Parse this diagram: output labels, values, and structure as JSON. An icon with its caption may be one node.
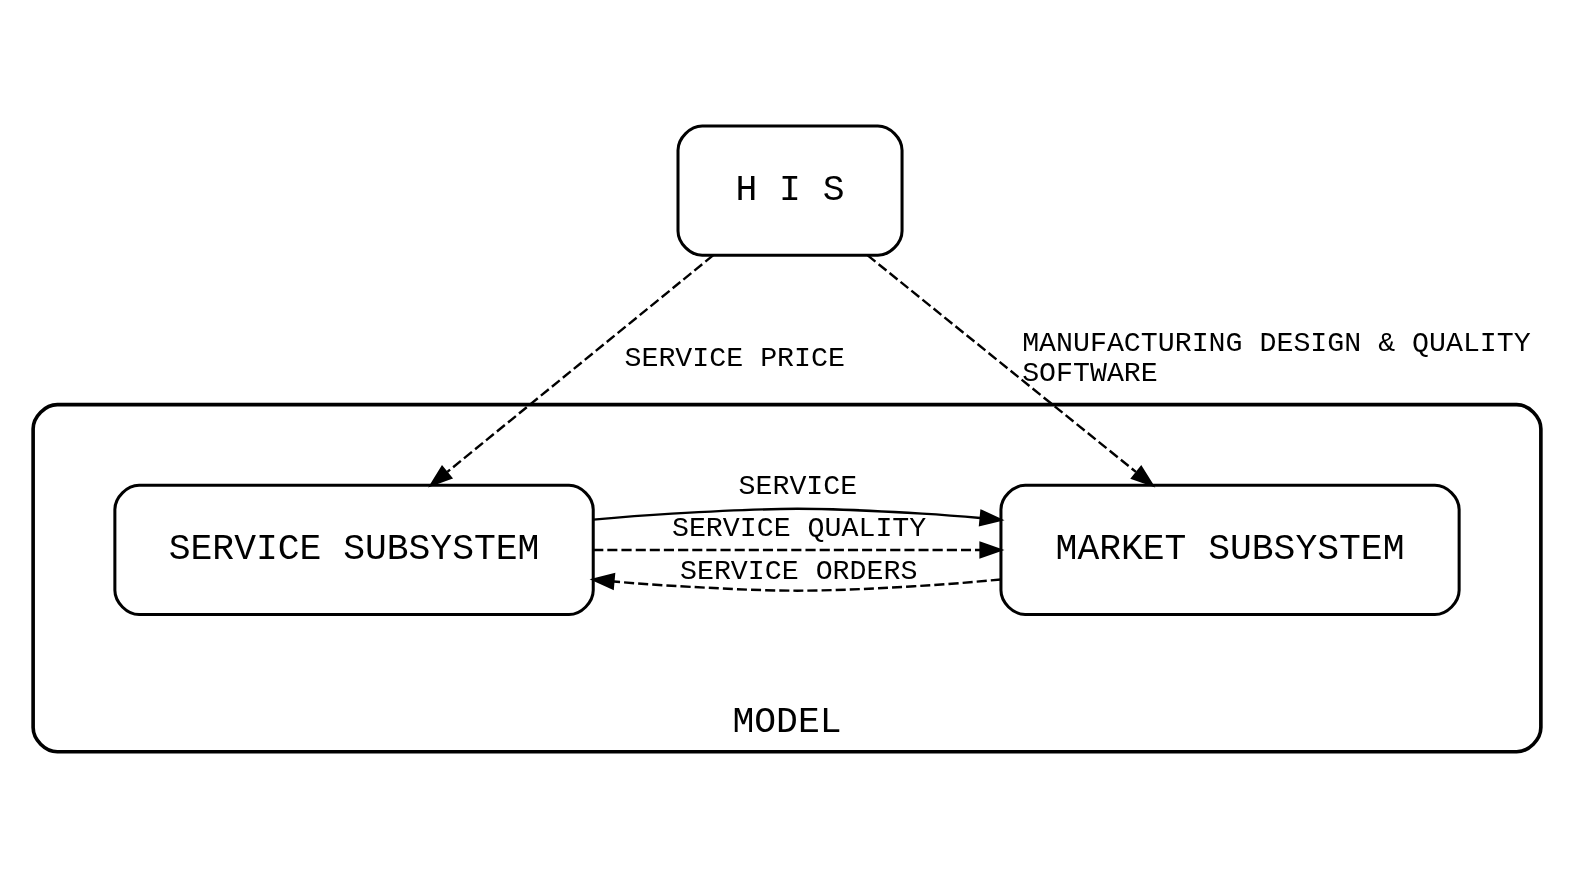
{
  "diagram": {
    "nodes": [
      {
        "text": [
          "H I S"
        ]
      },
      {
        "text": [
          "MODEL"
        ]
      },
      {
        "text": [
          "SERVICE SUBSYSTEM"
        ],
        "in": 1
      },
      {
        "text": [
          "MARKET SUBSYSTEM"
        ],
        "in": 1
      }
    ],
    "edges": [
      {
        "from": 0,
        "to": 2,
        "arrow": "to",
        "style": "dashed",
        "label": "SERVICE PRICE"
      },
      {
        "from": 0,
        "to": 3,
        "arrow": "to",
        "style": "dashed",
        "label": "MANUFACTURING DESIGN & QUALITY SOFTWARE"
      },
      {
        "from": 3,
        "to": 2,
        "arrow": "to",
        "style": "dashed",
        "label": "SERVICE ORDERS"
      },
      {
        "from": 2,
        "to": 3,
        "arrow": "to",
        "style": "dashed",
        "label": "SERVICE QUALITY"
      },
      {
        "from": 2,
        "to": 3,
        "arrow": "to",
        "label": "SERVICE"
      }
    ]
  }
}
